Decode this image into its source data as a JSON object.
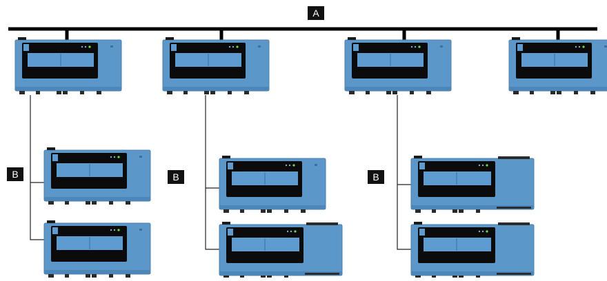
{
  "labels": {
    "bus": "A",
    "branch_1": "B",
    "branch_2": "B",
    "branch_3": "B"
  },
  "colors": {
    "device_body": "#5b97c9",
    "device_edge": "#4a7fae",
    "display_frame": "#0b0b0b",
    "display_screen": "#5e9bd0",
    "wire": "#222222",
    "bus": "#000000",
    "led_green": "#66dd44"
  }
}
